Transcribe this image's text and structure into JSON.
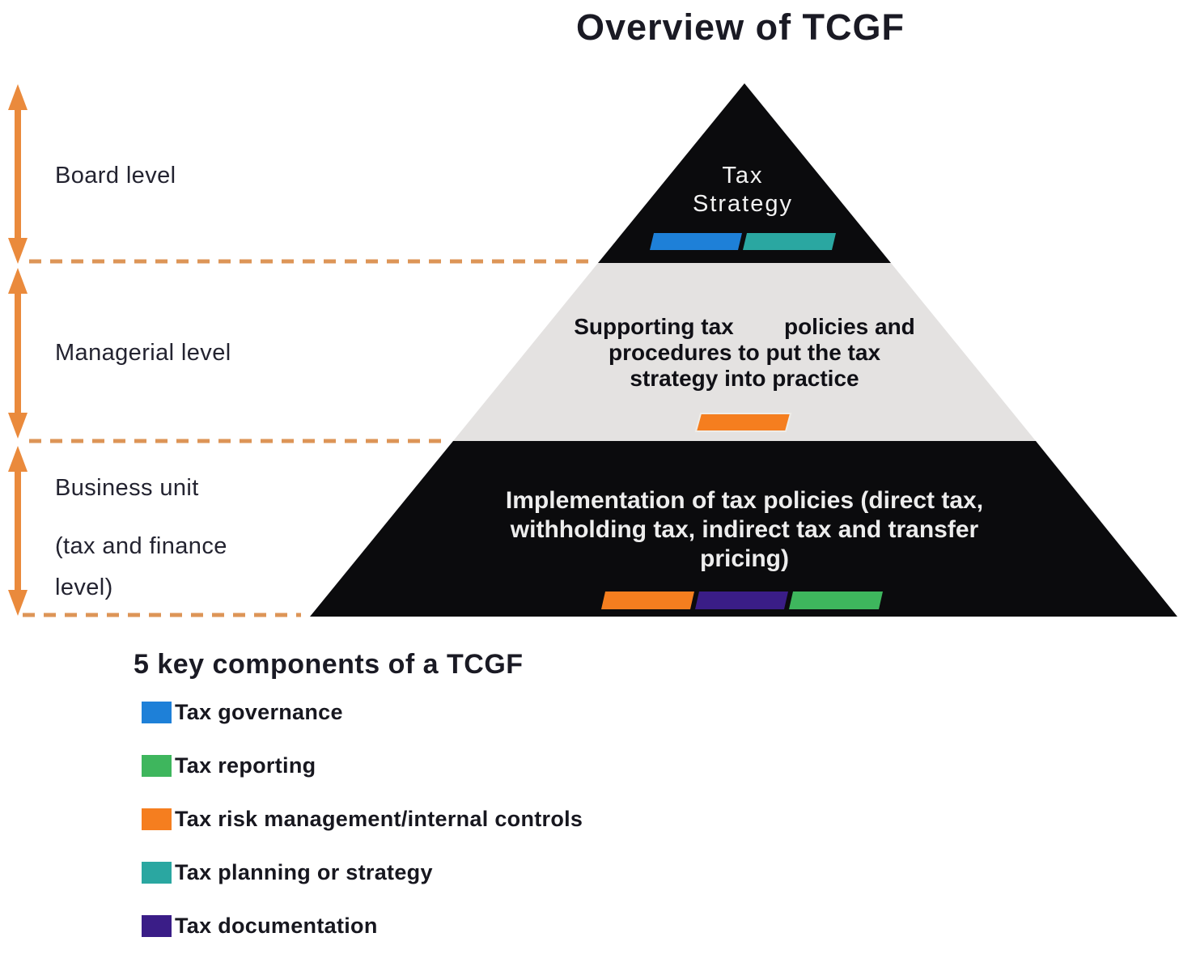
{
  "title": "Overview of TCGF",
  "colors": {
    "pyramid_black": "#0B0B0D",
    "pyramid_gray": "#E4E2E1",
    "bar_blue": "#1E80D8",
    "bar_teal": "#2AA7A1",
    "bar_orange": "#F57E1F",
    "bar_green": "#3EB65D",
    "bar_purple": "#3A1D87",
    "arrow_orange": "#EA8A3C",
    "dash_orange": "#DD9557"
  },
  "pyramid": {
    "board": {
      "text": "Tax\nStrategy"
    },
    "managerial": {
      "text": "Supporting tax        policies and\nprocedures to put the tax\nstrategy into practice"
    },
    "business": {
      "text": "Implementation of tax policies (direct tax,\nwithholding tax, indirect tax and transfer\npricing)"
    }
  },
  "side_labels": {
    "board": "Board level",
    "managerial": "Managerial level",
    "business": "Business unit",
    "business_sub": "(tax and finance level)"
  },
  "legend": {
    "title": "5 key components of a TCGF",
    "items": [
      {
        "label": "Tax governance",
        "color": "#1E80D8"
      },
      {
        "label": "Tax reporting",
        "color": "#3EB65D"
      },
      {
        "label": "Tax risk management/internal controls",
        "color": "#F57E1F"
      },
      {
        "label": "Tax planning or strategy",
        "color": "#2AA7A1"
      },
      {
        "label": "Tax documentation",
        "color": "#3A1D87"
      }
    ]
  }
}
